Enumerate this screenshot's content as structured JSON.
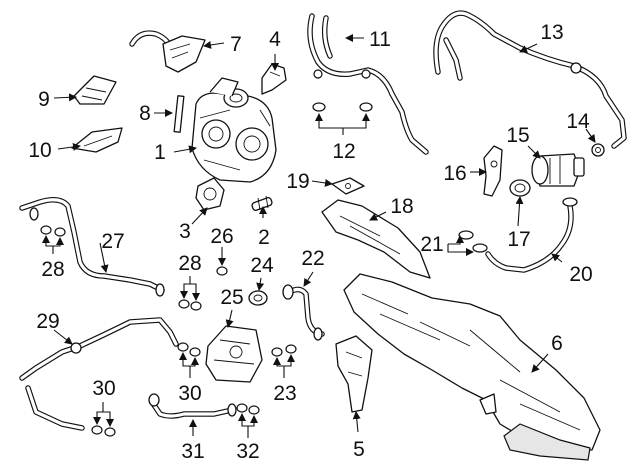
{
  "callouts": [
    "1",
    "2",
    "3",
    "4",
    "5",
    "6",
    "7",
    "8",
    "9",
    "10",
    "11",
    "12",
    "13",
    "14",
    "15",
    "16",
    "17",
    "18",
    "19",
    "20",
    "21",
    "22",
    "23",
    "24",
    "25",
    "26",
    "27",
    "28",
    "28",
    "29",
    "30",
    "30",
    "31",
    "32"
  ]
}
